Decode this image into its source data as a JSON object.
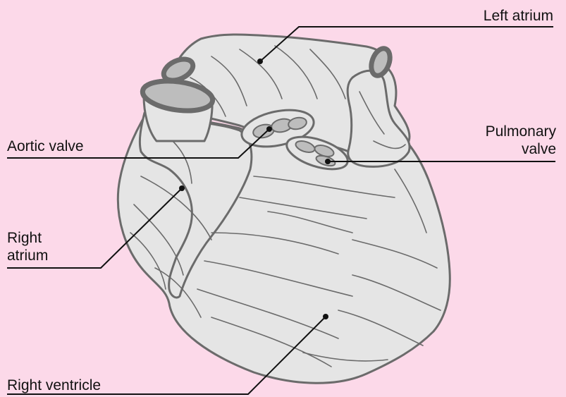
{
  "colors": {
    "background": "#fcd9e9",
    "organ_fill": "#e5e5e5",
    "valve_fill": "#bdbdbd",
    "outline": "#6b6b6b",
    "leader_line": "#111111"
  },
  "labels": {
    "left_atrium": "Left atrium",
    "aortic_valve": "Aortic valve",
    "pulmonary_valve": [
      "Pulmonary",
      "valve"
    ],
    "right_atrium": [
      "Right",
      "atrium"
    ],
    "right_ventricle": "Right ventricle"
  }
}
